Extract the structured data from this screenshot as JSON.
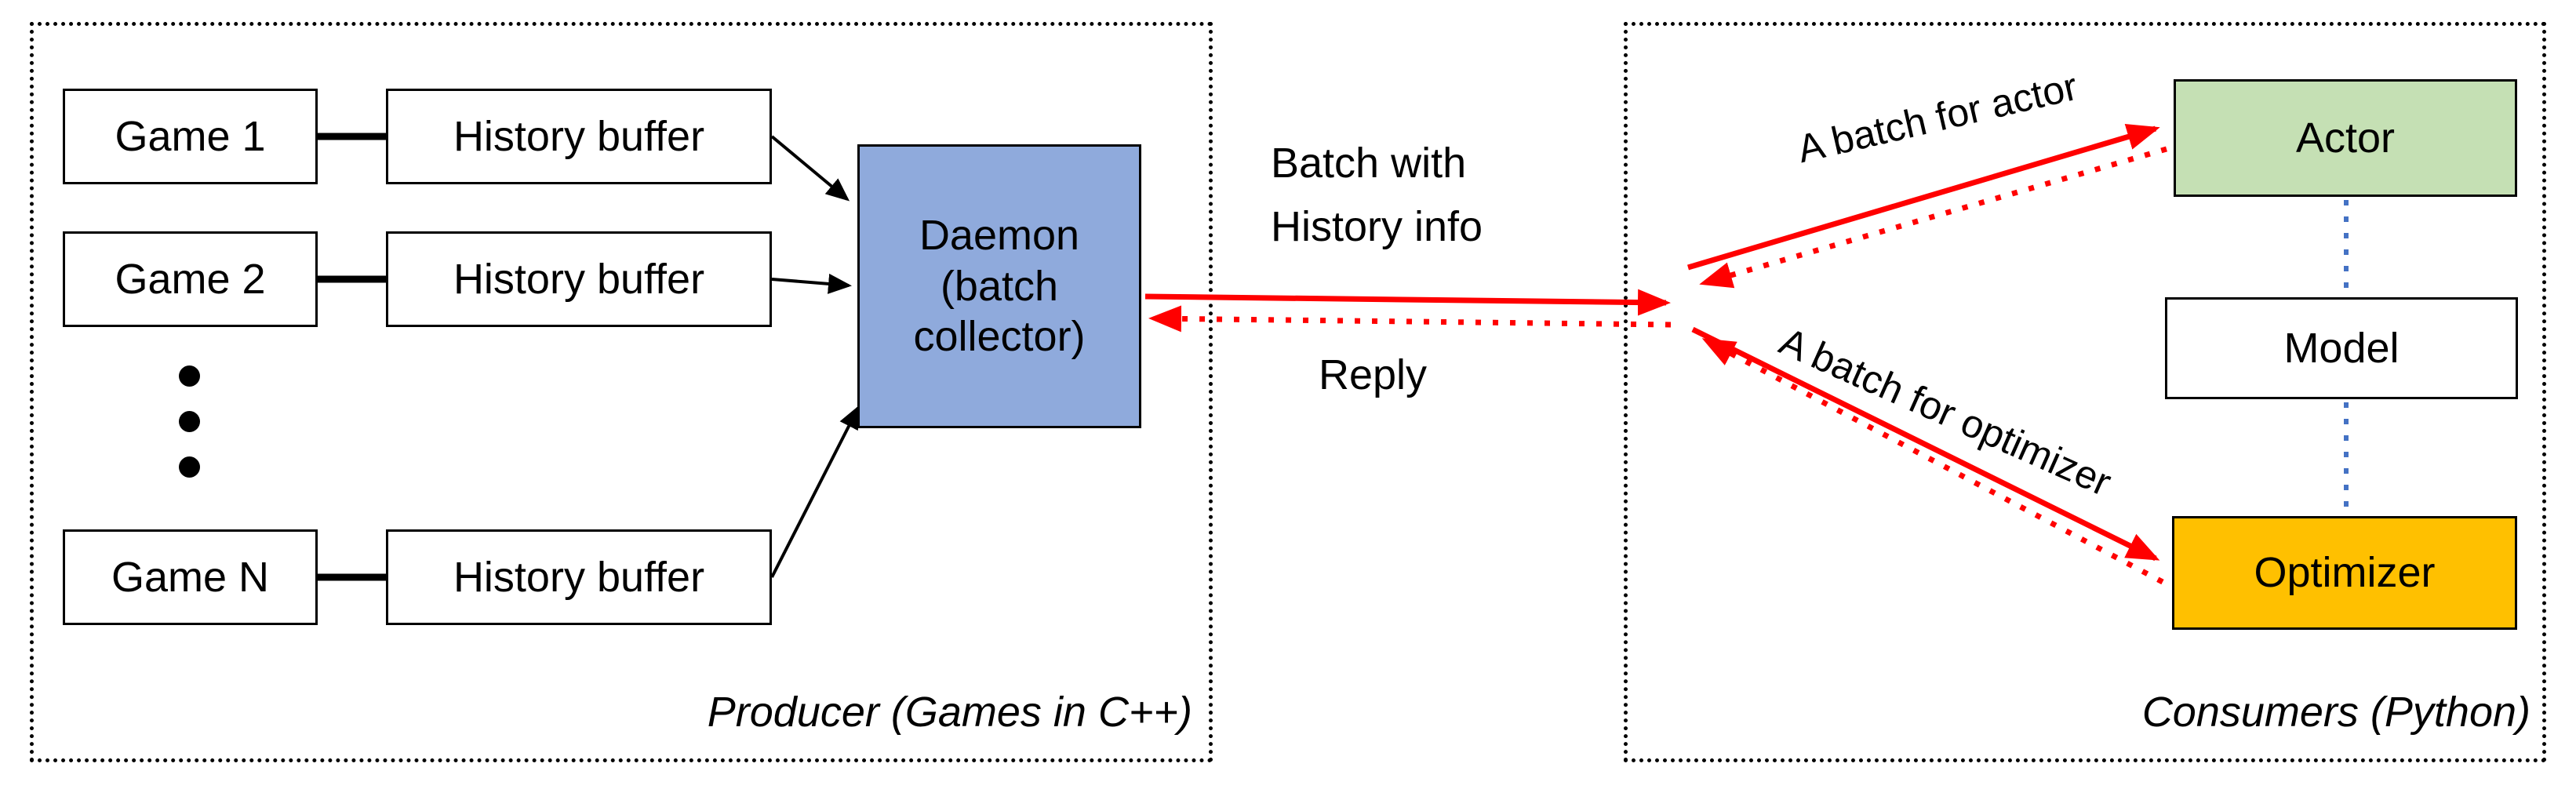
{
  "producer": {
    "caption": "Producer (Games in C++)",
    "games": [
      {
        "label": "Game 1"
      },
      {
        "label": "Game 2"
      },
      {
        "label": "Game N"
      }
    ],
    "history_buffer_label": "History buffer",
    "daemon_label": "Daemon (batch collector)"
  },
  "consumers": {
    "caption": "Consumers (Python)",
    "actor_label": "Actor",
    "model_label": "Model",
    "optimizer_label": "Optimizer"
  },
  "messages": {
    "batch_with_history": "Batch with History info",
    "reply": "Reply",
    "batch_for_actor": "A batch for actor",
    "batch_for_optimizer": "A batch for optimizer"
  },
  "colors": {
    "daemon_fill": "#8FAADC",
    "actor_fill": "#C5E0B4",
    "optimizer_fill": "#FFC000",
    "arrow_red": "#FF0000",
    "model_link_blue": "#4472C4",
    "line_black": "#000000"
  },
  "icons": {
    "games_ellipsis": "vertical-dots"
  }
}
